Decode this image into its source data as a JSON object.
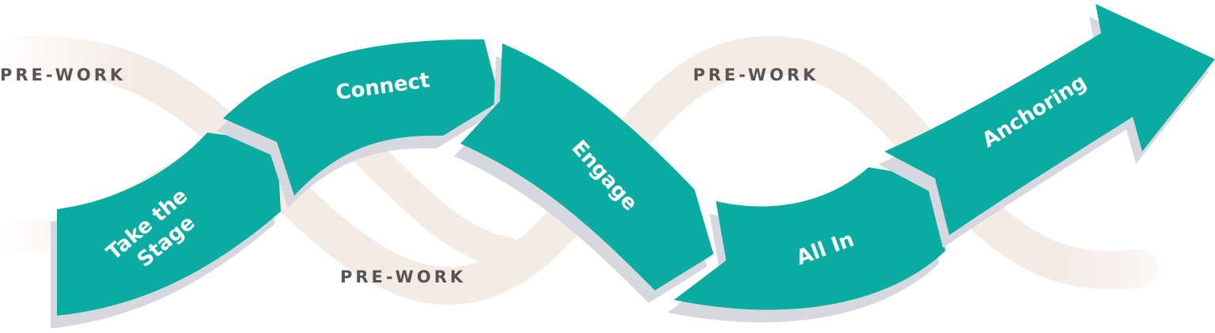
{
  "colors": {
    "segment_fill": "#0aaba0",
    "segment_shadow": "#d7d8df",
    "background_ribbon": "#f3ebe4",
    "prework_text": "#585454"
  },
  "prework_labels": [
    "PRE-WORK",
    "PRE-WORK",
    "PRE-WORK"
  ],
  "segments": [
    {
      "label_lines": [
        "Take the",
        "Stage"
      ]
    },
    {
      "label_lines": [
        "Connect"
      ]
    },
    {
      "label_lines": [
        "Engage"
      ]
    },
    {
      "label_lines": [
        "All In"
      ]
    },
    {
      "label_lines": [
        "Anchoring"
      ]
    }
  ]
}
